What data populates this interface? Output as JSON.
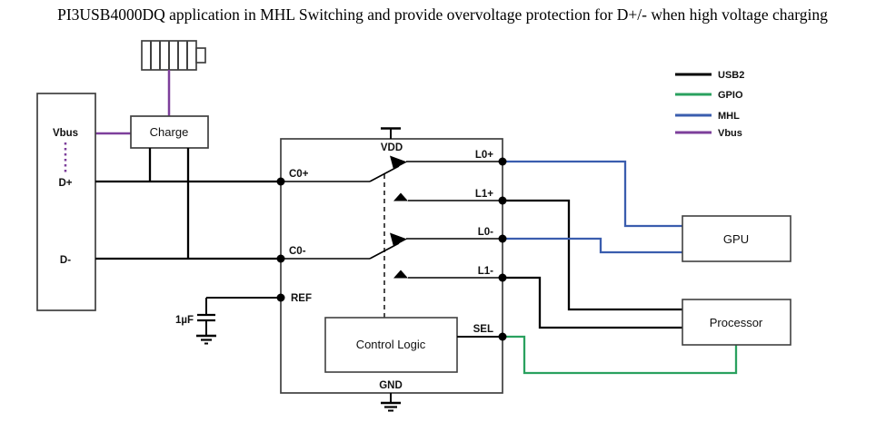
{
  "title": "PI3USB4000DQ application in MHL Switching and provide overvoltage protection for D+/- when high voltage charging",
  "colors": {
    "usb2": "#000000",
    "gpio": "#2aa15f",
    "mhl": "#3a5dae",
    "vbus": "#7d3f9b"
  },
  "legend": {
    "usb2": "USB2",
    "gpio": "GPIO",
    "mhl": "MHL",
    "vbus": "Vbus"
  },
  "connector": {
    "vbus": "Vbus",
    "d_plus": "D+",
    "d_minus": "D-"
  },
  "charge": {
    "label": "Charge"
  },
  "capacitor": {
    "value": "1µF"
  },
  "ic": {
    "vdd": "VDD",
    "gnd": "GND",
    "ref": "REF",
    "sel": "SEL",
    "c0_plus": "C0+",
    "c0_minus": "C0-",
    "l0_plus": "L0+",
    "l1_plus": "L1+",
    "l0_minus": "L0-",
    "l1_minus": "L1-",
    "control_logic": "Control Logic"
  },
  "gpu": {
    "label": "GPU"
  },
  "processor": {
    "label": "Processor"
  }
}
